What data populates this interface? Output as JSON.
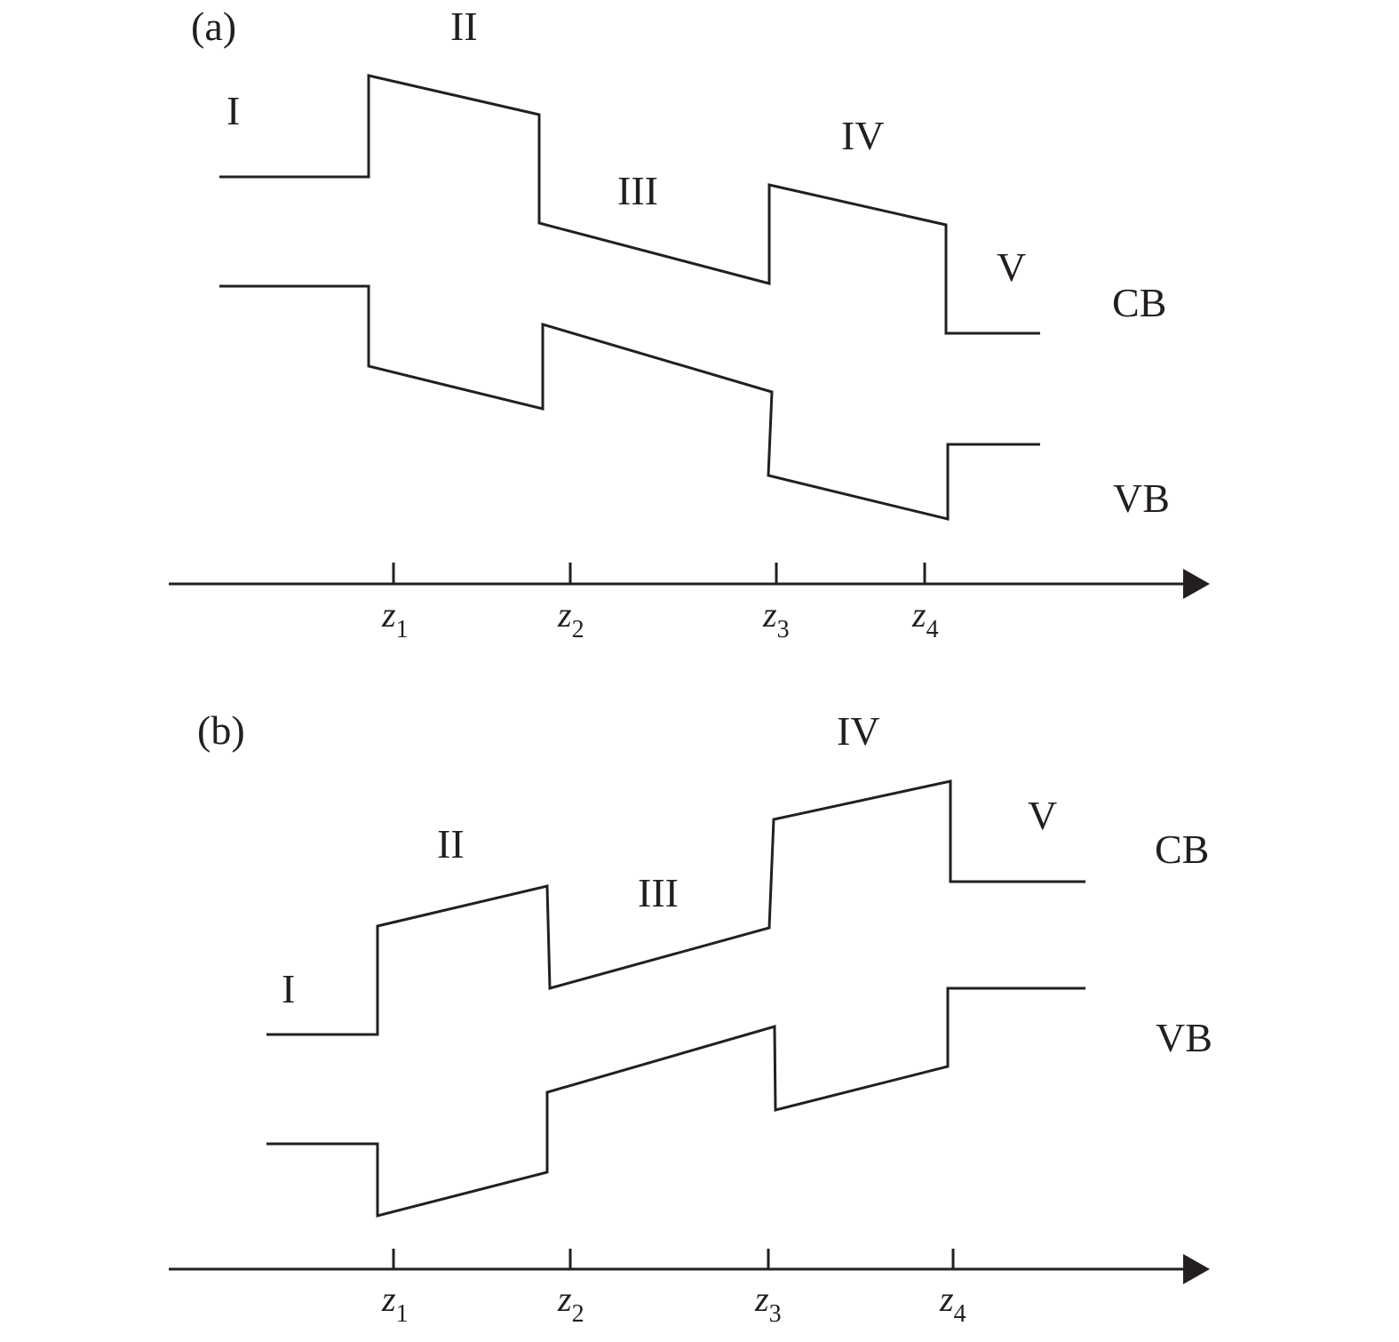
{
  "panels": [
    {
      "label": "(a)",
      "regions": [
        "I",
        "II",
        "III",
        "IV",
        "V"
      ],
      "cb_label": "CB",
      "vb_label": "VB",
      "axis_ticks": [
        {
          "var": "z",
          "sub": "1"
        },
        {
          "var": "z",
          "sub": "2"
        },
        {
          "var": "z",
          "sub": "3"
        },
        {
          "var": "z",
          "sub": "4"
        }
      ]
    },
    {
      "label": "(b)",
      "regions": [
        "I",
        "II",
        "III",
        "IV",
        "V"
      ],
      "cb_label": "CB",
      "vb_label": "VB",
      "axis_ticks": [
        {
          "var": "z",
          "sub": "1"
        },
        {
          "var": "z",
          "sub": "2"
        },
        {
          "var": "z",
          "sub": "3"
        },
        {
          "var": "z",
          "sub": "4"
        }
      ]
    }
  ],
  "colors": {
    "ink": "#231f20"
  }
}
